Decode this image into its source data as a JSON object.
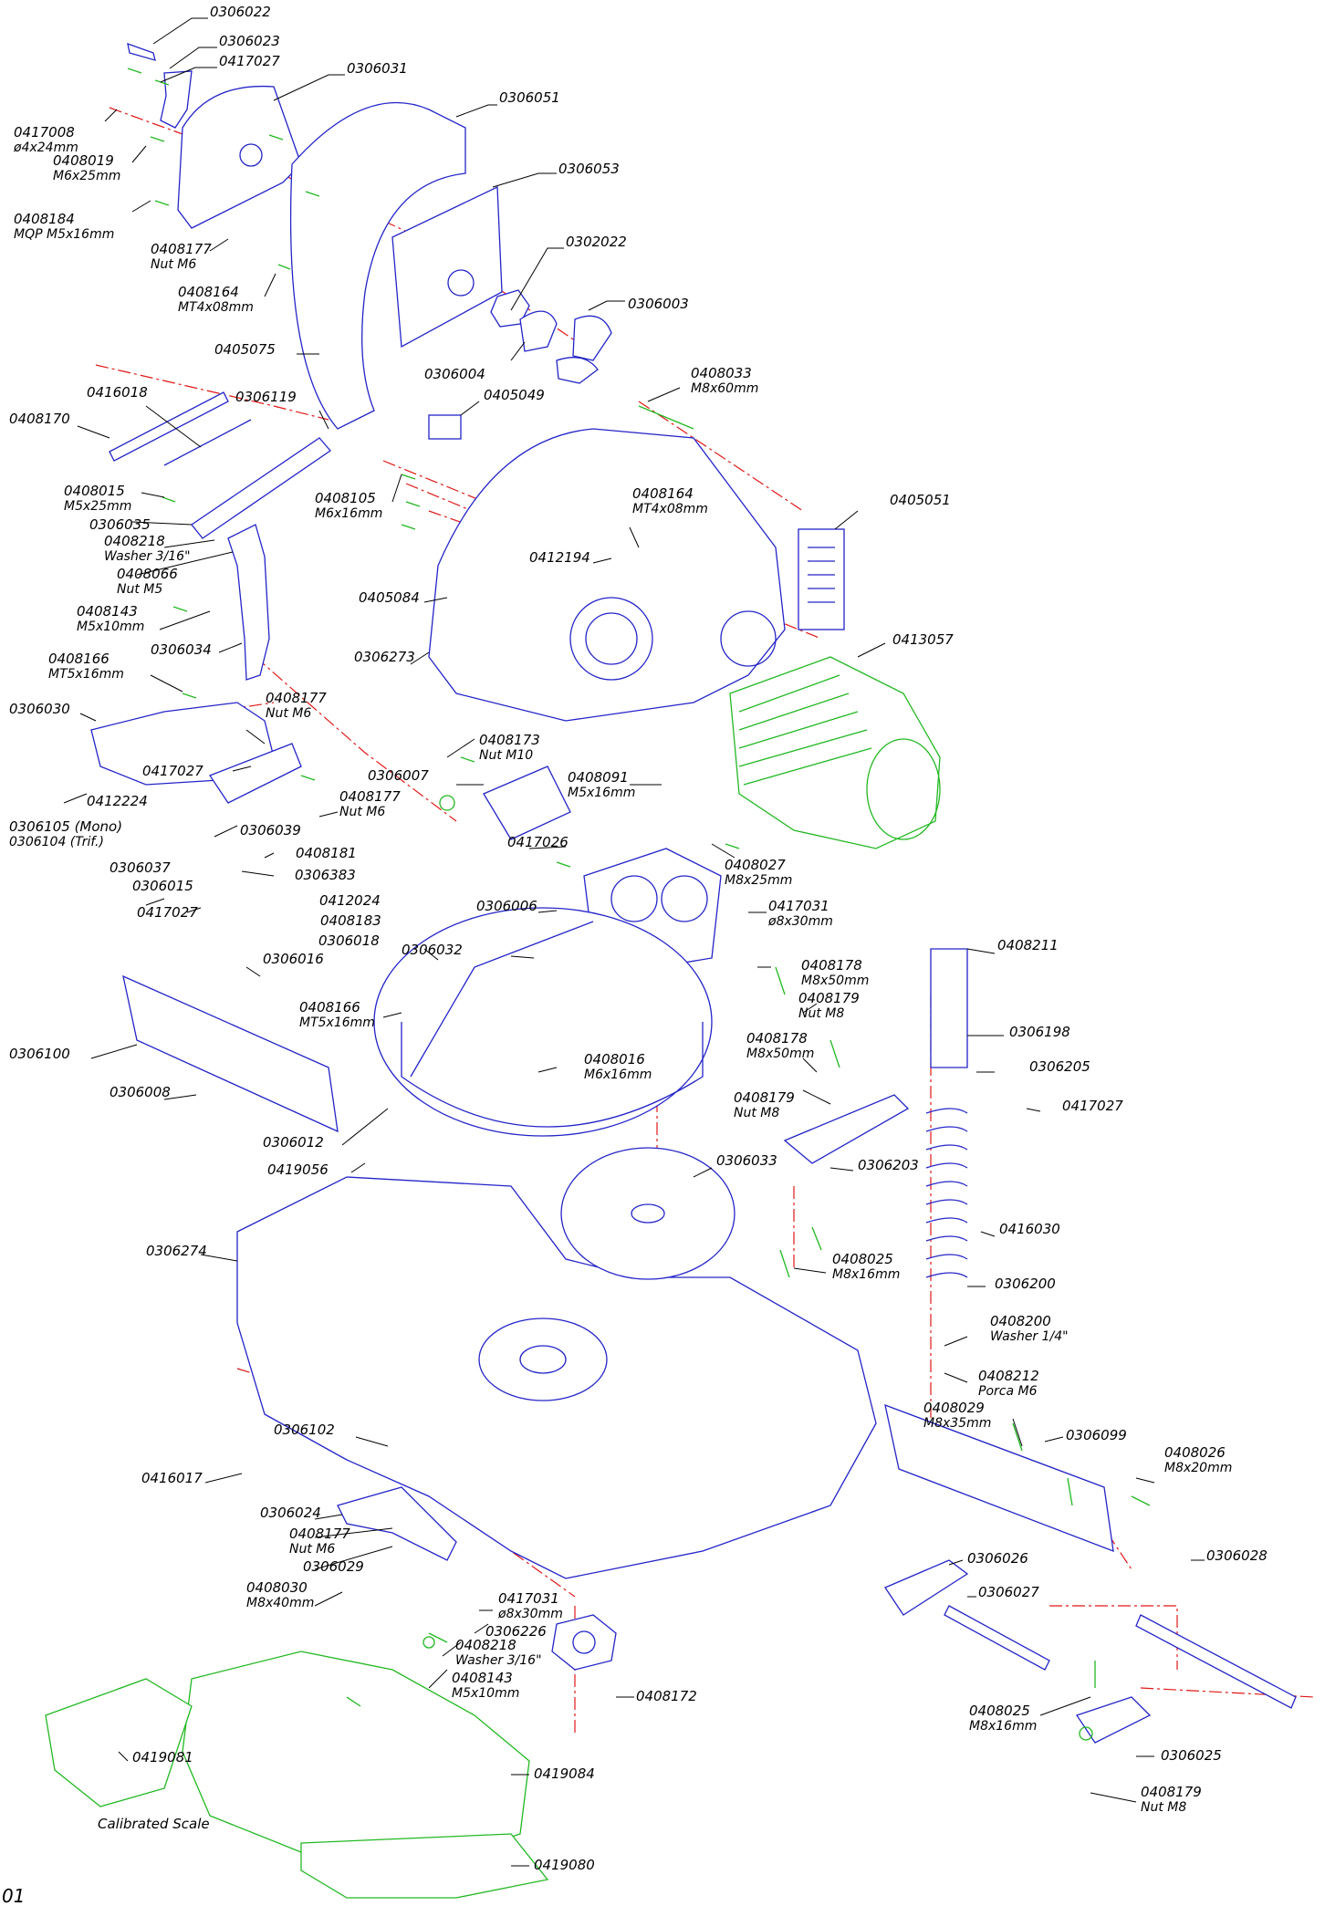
{
  "page_id": "01",
  "caption": "Calibrated Scale",
  "colors": {
    "part_outline": "#2424c8",
    "fastener": "#22b822",
    "axis": "#e01818",
    "text": "#000000"
  },
  "parts": {
    "p0306022": [
      "0306022"
    ],
    "p0306023": [
      "0306023"
    ],
    "p0417027a": [
      "0417027"
    ],
    "p0306031": [
      "0306031"
    ],
    "p0306051": [
      "0306051"
    ],
    "p0417008": [
      "0417008",
      "ø4x24mm"
    ],
    "p0408019": [
      "0408019",
      "M6x25mm"
    ],
    "p0408184": [
      "0408184",
      "MQP M5x16mm"
    ],
    "p0306053": [
      "0306053"
    ],
    "p0408177a": [
      "0408177",
      "Nut M6"
    ],
    "p0302022": [
      "0302022"
    ],
    "p0408164a": [
      "0408164",
      "MT4x08mm"
    ],
    "p0306003": [
      "0306003"
    ],
    "p0405075": [
      "0405075"
    ],
    "p0306004": [
      "0306004"
    ],
    "p0416018": [
      "0416018"
    ],
    "p0306119": [
      "0306119"
    ],
    "p0405049": [
      "0405049"
    ],
    "p0408033": [
      "0408033",
      "M8x60mm"
    ],
    "p0408170": [
      "0408170"
    ],
    "p0408015": [
      "0408015",
      "M5x25mm"
    ],
    "p0306035": [
      "0306035"
    ],
    "p0408218a": [
      "0408218",
      "Washer 3/16\""
    ],
    "p0408066": [
      "0408066",
      "Nut M5"
    ],
    "p0408105": [
      "0408105",
      "M6x16mm"
    ],
    "p0408164b": [
      "0408164",
      "MT4x08mm"
    ],
    "p0405051": [
      "0405051"
    ],
    "p0412194": [
      "0412194"
    ],
    "p0408143a": [
      "0408143",
      "M5x10mm"
    ],
    "p0405084": [
      "0405084"
    ],
    "p0306034": [
      "0306034"
    ],
    "p0306273": [
      "0306273"
    ],
    "p0413057": [
      "0413057"
    ],
    "p0408166a": [
      "0408166",
      "MT5x16mm"
    ],
    "p0306030": [
      "0306030"
    ],
    "p0408177b": [
      "0408177",
      "Nut M6"
    ],
    "p0408173": [
      "0408173",
      "Nut M10"
    ],
    "p0417027b": [
      "0417027"
    ],
    "p0306007": [
      "0306007"
    ],
    "p0408091": [
      "0408091",
      "M5x16mm"
    ],
    "p0412224": [
      "0412224"
    ],
    "p0408177c": [
      "0408177",
      "Nut M6"
    ],
    "p0306105": [
      "0306105 (Mono)",
      "0306104 (Trif.)"
    ],
    "p0306039": [
      "0306039"
    ],
    "p0417026": [
      "0417026"
    ],
    "p0408027": [
      "0408027",
      "M8x25mm"
    ],
    "p0306037": [
      "0306037"
    ],
    "p0408181": [
      "0408181"
    ],
    "p0306383": [
      "0306383"
    ],
    "p0306015": [
      "0306015"
    ],
    "p0412024": [
      "0412024"
    ],
    "p0306006": [
      "0306006"
    ],
    "p0417031a": [
      "0417031",
      "ø8x30mm"
    ],
    "p0417027c": [
      "0417027"
    ],
    "p0408183": [
      "0408183"
    ],
    "p0306018": [
      "0306018"
    ],
    "p0306032": [
      "0306032"
    ],
    "p0408211": [
      "0408211"
    ],
    "p0306016": [
      "0306016"
    ],
    "p0408178a": [
      "0408178",
      "M8x50mm"
    ],
    "p0408179a": [
      "0408179",
      "Nut M8"
    ],
    "p0306100": [
      "0306100"
    ],
    "p0408166b": [
      "0408166",
      "MT5x16mm"
    ],
    "p0306198": [
      "0306198"
    ],
    "p0408016": [
      "0408016",
      "M6x16mm"
    ],
    "p0408178b": [
      "0408178",
      "M8x50mm"
    ],
    "p0306205": [
      "0306205"
    ],
    "p0306008": [
      "0306008"
    ],
    "p0408179b": [
      "0408179",
      "Nut M8"
    ],
    "p0417027d": [
      "0417027"
    ],
    "p0306012": [
      "0306012"
    ],
    "p0306203": [
      "0306203"
    ],
    "p0419056": [
      "0419056"
    ],
    "p0306033": [
      "0306033"
    ],
    "p0416030": [
      "0416030"
    ],
    "p0306274": [
      "0306274"
    ],
    "p0408025a": [
      "0408025",
      "M8x16mm"
    ],
    "p0306200": [
      "0306200"
    ],
    "p0408200": [
      "0408200",
      "Washer 1/4\""
    ],
    "p0408212": [
      "0408212",
      "Porca M6"
    ],
    "p0408029": [
      "0408029",
      "M8x35mm"
    ],
    "p0306099": [
      "0306099"
    ],
    "p0306102": [
      "0306102"
    ],
    "p0408026": [
      "0408026",
      "M8x20mm"
    ],
    "p0416017": [
      "0416017"
    ],
    "p0306024": [
      "0306024"
    ],
    "p0408177d": [
      "0408177",
      "Nut M6"
    ],
    "p0306029": [
      "0306029"
    ],
    "p0306026": [
      "0306026"
    ],
    "p0306028": [
      "0306028"
    ],
    "p0408030": [
      "0408030",
      "M8x40mm"
    ],
    "p0417031b": [
      "0417031",
      "ø8x30mm"
    ],
    "p0306027": [
      "0306027"
    ],
    "p0306226": [
      "0306226"
    ],
    "p0408218b": [
      "0408218",
      "Washer 3/16\""
    ],
    "p0408143b": [
      "0408143",
      "M5x10mm"
    ],
    "p0408172": [
      "0408172"
    ],
    "p0408025b": [
      "0408025",
      "M8x16mm"
    ],
    "p0419081": [
      "0419081"
    ],
    "p0306025": [
      "0306025"
    ],
    "p0419084": [
      "0419084"
    ],
    "p0408179c": [
      "0408179",
      "Nut M8"
    ],
    "p0419080": [
      "0419080"
    ]
  }
}
